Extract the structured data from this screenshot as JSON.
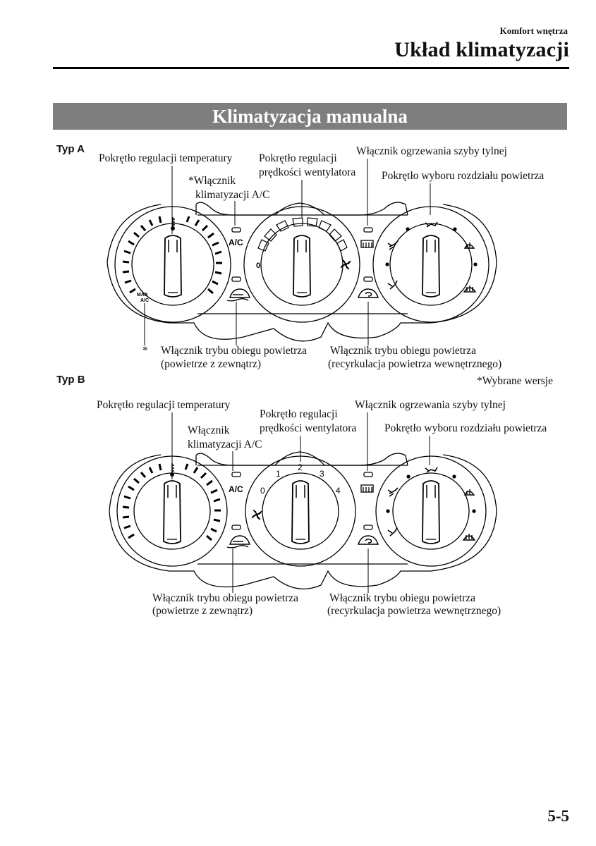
{
  "header": {
    "section": "Komfort wnętrza",
    "title": "Układ klimatyzacji"
  },
  "banner": "Klimatyzacja manualna",
  "typeA": {
    "label": "Typ A",
    "callouts": {
      "temp_knob": "Pokrętło regulacji temperatury",
      "ac_switch_line1": "*Włącznik",
      "ac_switch_line2": "klimatyzacji A/C",
      "fan_knob_line1": "Pokrętło regulacji",
      "fan_knob_line2": "prędkości wentylatora",
      "rear_defrost": "Włącznik ogrzewania szyby tylnej",
      "mode_knob": "Pokrętło wyboru rozdziału powietrza",
      "fresh_air_line1": "Włącznik trybu obiegu powietrza",
      "fresh_air_line2": "(powietrze z zewnątrz)",
      "recirc_line1": "Włącznik trybu obiegu powietrza",
      "recirc_line2": "(recyrkulacja powietrza wewnętrznego)",
      "max_ac_asterisk": "*"
    },
    "panel_text": {
      "ac": "A/C",
      "max": "MAX",
      "max_ac": "A/C",
      "fan_off": "0"
    }
  },
  "typeB": {
    "label": "Typ B",
    "footnote": "*Wybrane wersje",
    "callouts": {
      "temp_knob": "Pokrętło regulacji temperatury",
      "ac_switch_line1": "Włącznik",
      "ac_switch_line2": "klimatyzacji A/C",
      "fan_knob_line1": "Pokrętło regulacji",
      "fan_knob_line2": "prędkości wentylatora",
      "rear_defrost": "Włącznik ogrzewania szyby tylnej",
      "mode_knob": "Pokrętło wyboru rozdziału powietrza",
      "fresh_air_line1": "Włącznik trybu obiegu powietrza",
      "fresh_air_line2": "(powietrze z zewnątrz)",
      "recirc_line1": "Włącznik trybu obiegu powietrza",
      "recirc_line2": "(recyrkulacja powietrza wewnętrznego)"
    },
    "panel_text": {
      "ac": "A/C",
      "fan_speeds": [
        "0",
        "1",
        "2",
        "3",
        "4"
      ]
    }
  },
  "page_number": "5-5",
  "icons": [
    "thermometer-icon",
    "fan-icon",
    "rear-defrost-icon",
    "fresh-air-icon",
    "recirculation-icon",
    "face-vent-icon",
    "bi-level-icon",
    "floor-icon",
    "floor-defrost-icon",
    "windshield-defrost-icon"
  ]
}
